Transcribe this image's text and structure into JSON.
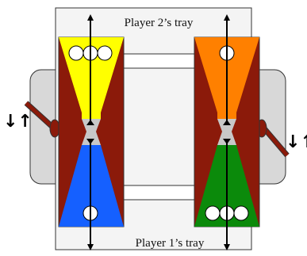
{
  "trays": {
    "top_label": "Player 2’s tray",
    "bottom_label": "Player 1’s tray"
  },
  "levers": {
    "left_arrows": "↓↑",
    "right_arrows": "↓↑"
  },
  "columns": [
    {
      "name": "left-column",
      "top_color": "#ffff00",
      "bottom_color": "#1560ff",
      "top_balls": 3,
      "bottom_balls": 1
    },
    {
      "name": "right-column",
      "top_color": "#ff8000",
      "bottom_color": "#0b8a0b",
      "top_balls": 1,
      "bottom_balls": 3
    }
  ],
  "colors": {
    "frame": "#8b1a0a",
    "base": "#d8d8d8",
    "tray_bg": "#f4f4f4",
    "neck": "#c8c8c8"
  }
}
